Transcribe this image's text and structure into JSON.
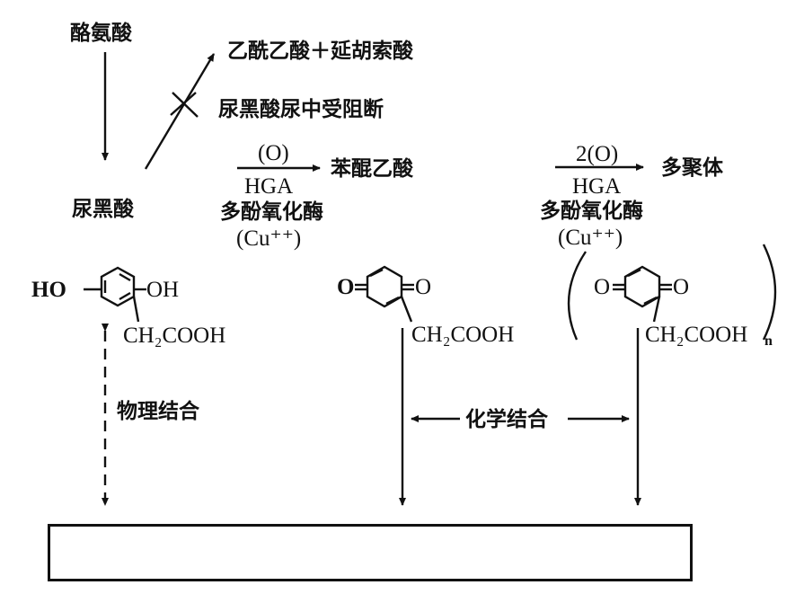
{
  "labels": {
    "tyrosine": "酪氨酸",
    "products": "乙酰乙酸＋延胡索酸",
    "blocked": "尿黑酸尿中受阻断",
    "homogentisic_acid": "尿黑酸",
    "oxidant1": "(O)",
    "enzyme1_abbr": "HGA",
    "enzyme1_name": "多酚氧化酶",
    "cofactor1": "(Cu⁺⁺)",
    "benzoquinone_acetic_acid": "苯醌乙酸",
    "oxidant2": "2(O)",
    "enzyme2_abbr": "HGA",
    "enzyme2_name": "多酚氧化酶",
    "cofactor2": "(Cu⁺⁺)",
    "polymer": "多聚体",
    "physical_binding": "物理结合",
    "chemical_binding": "化学结合"
  },
  "structures": {
    "hga_ho": "HO",
    "hga_oh": "OH",
    "hga_side_chain": "CH₂COOH",
    "quinone_o_left": "O",
    "quinone_o_right": "O",
    "quinone_side_chain": "CH₂COOH",
    "polymer_o_left": "O",
    "polymer_o_right": "O",
    "polymer_side_chain": "CH₂COOH",
    "polymer_subscript": "n"
  },
  "colors": {
    "ink": "#111111",
    "background": "#ffffff"
  }
}
